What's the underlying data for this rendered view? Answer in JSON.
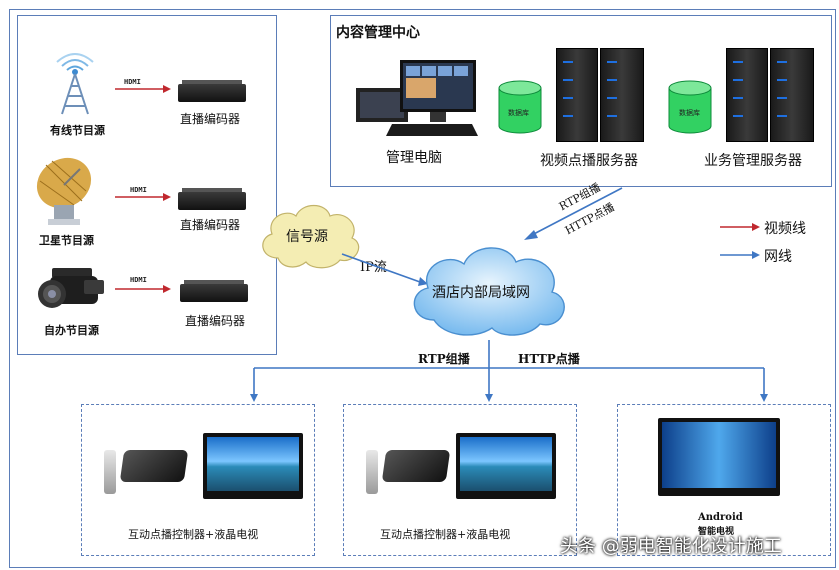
{
  "sources": [
    {
      "name": "有线节目源",
      "icon": "antenna-tower-icon",
      "link": "HDMI",
      "device": "直播编码器"
    },
    {
      "name": "卫星节目源",
      "icon": "satellite-dish-icon",
      "link": "HDMI",
      "device": "直播编码器"
    },
    {
      "name": "自办节目源",
      "icon": "video-camera-icon",
      "link": "HDMI",
      "device": "直播编码器"
    }
  ],
  "content_center": {
    "title": "内容管理中心",
    "management_pc": "管理电脑",
    "db_label": "数据库",
    "vod_server": "视频点播服务器",
    "biz_server": "业务管理服务器"
  },
  "signal_cloud": "信号源",
  "ip_stream": "IP流",
  "rtp_http_upper": [
    "RTP组播",
    "HTTP点播"
  ],
  "lan_cloud": "酒店内部局域网",
  "legend": {
    "video_line": "视频线",
    "network_line": "网线"
  },
  "bottom_labels": {
    "rtp": "RTP组播",
    "http": "HTTP点播"
  },
  "terminals": [
    {
      "label": "互动点播控制器+液晶电视"
    },
    {
      "label": "互动点播控制器+液晶电视"
    },
    {
      "label_line1": "Android",
      "label_line2": "智能电视"
    }
  ],
  "watermark": "头条 @弱电智能化设计施工",
  "colors": {
    "video_line": "#c0282e",
    "network_line": "#3f77c4",
    "box_border": "#5b7db8",
    "cloud_signal": "#f4edb3",
    "cloud_lan": "#8fc8f2",
    "db": "#32d162"
  }
}
